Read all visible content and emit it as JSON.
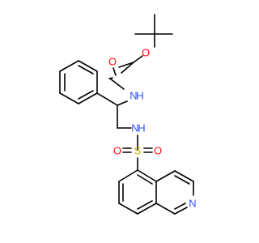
{
  "colors": {
    "bond": "#000000",
    "O": "#ff0d0d",
    "N": "#3050f8",
    "S": "#c8b400",
    "background": "#ffffff"
  },
  "atoms": {
    "o_ester": "O",
    "o_carbonyl": "O",
    "n_carbamate": "N",
    "h_carbamate": "H",
    "n_sulfonamide": "N",
    "h_sulfonamide": "H",
    "s_sulfonyl": "S",
    "o_sulfonyl_left": "O",
    "o_sulfonyl_right": "O",
    "n_isoquinoline": "N"
  }
}
